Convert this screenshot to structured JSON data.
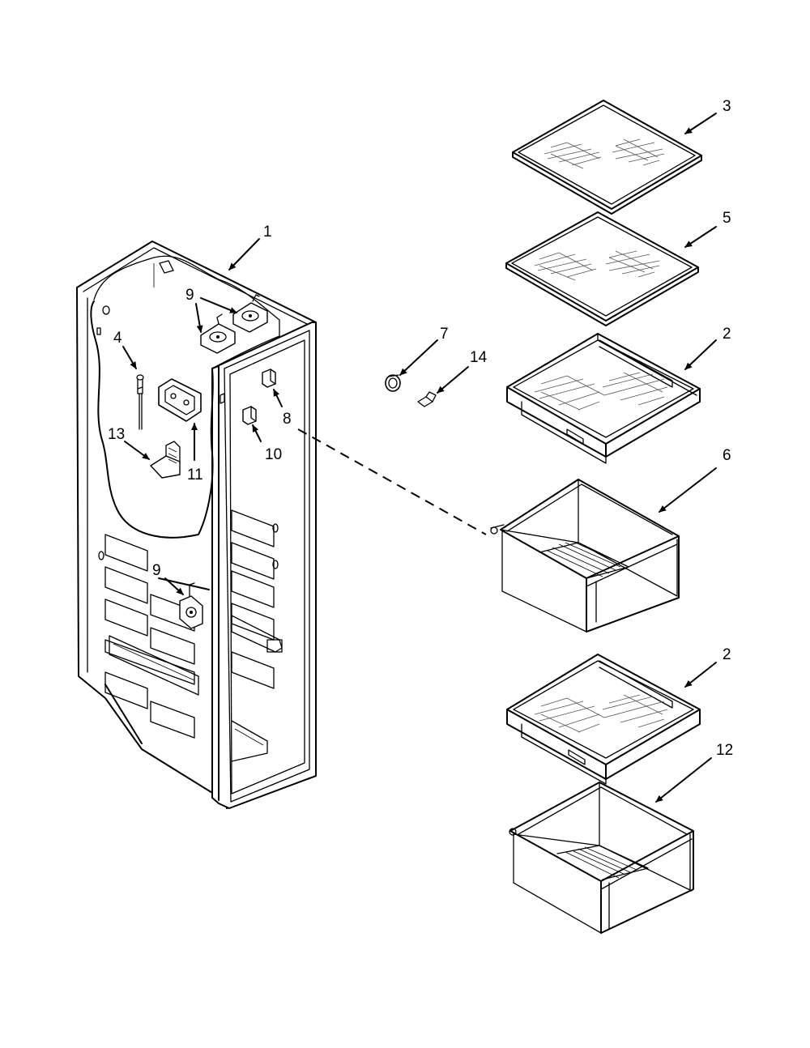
{
  "callouts": {
    "c1": "1",
    "c2a": "2",
    "c2b": "2",
    "c3": "3",
    "c4": "4",
    "c5": "5",
    "c6": "6",
    "c7": "7",
    "c8": "8",
    "c9a": "9",
    "c9b": "9",
    "c10": "10",
    "c11": "11",
    "c12": "12",
    "c13": "13",
    "c14": "14"
  }
}
